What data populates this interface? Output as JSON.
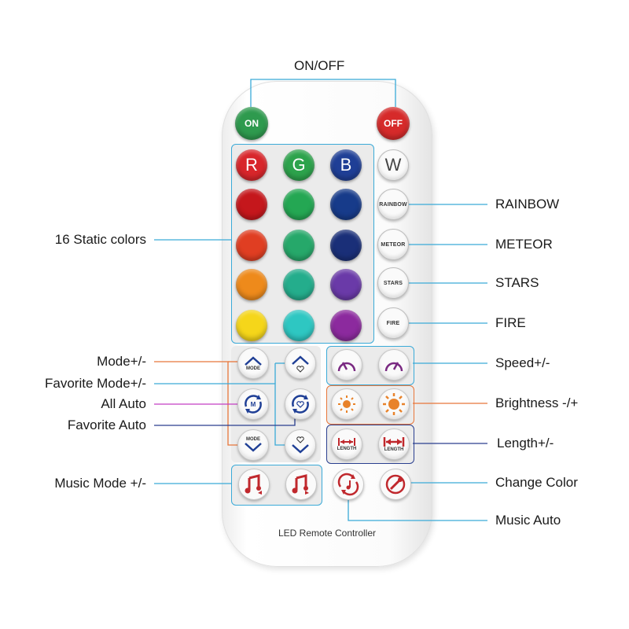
{
  "top_label": "ON/OFF",
  "left_labels": {
    "static_colors": "16 Static colors",
    "mode": "Mode+/-",
    "favorite_mode": "Favorite Mode+/-",
    "all_auto": "All Auto",
    "favorite_auto": "Favorite Auto",
    "music_mode": "Music Mode +/-"
  },
  "right_labels": {
    "rainbow": "RAINBOW",
    "meteor": "METEOR",
    "stars": "STARS",
    "fire": "FIRE",
    "speed": "Speed+/-",
    "brightness": "Brightness -/+",
    "length": "Length+/-",
    "change_color": "Change Color",
    "music_auto": "Music Auto"
  },
  "buttons": {
    "on": "ON",
    "off": "OFF",
    "r": "R",
    "g": "G",
    "b": "B",
    "w": "W",
    "rainbow": "RAINBOW",
    "meteor": "METEOR",
    "stars": "STARS",
    "fire": "FIRE",
    "mode": "MODE",
    "all_auto_m": "M",
    "length": "LENGTH"
  },
  "footer": "LED Remote Controller",
  "colors": {
    "line_blue": "#3aaad8",
    "line_orange": "#e8763a",
    "line_magenta": "#c43fc4",
    "line_navy": "#2a3f8f",
    "icon_red": "#c0282d",
    "icon_purple": "#7a2a82",
    "icon_orange": "#e8822a"
  }
}
